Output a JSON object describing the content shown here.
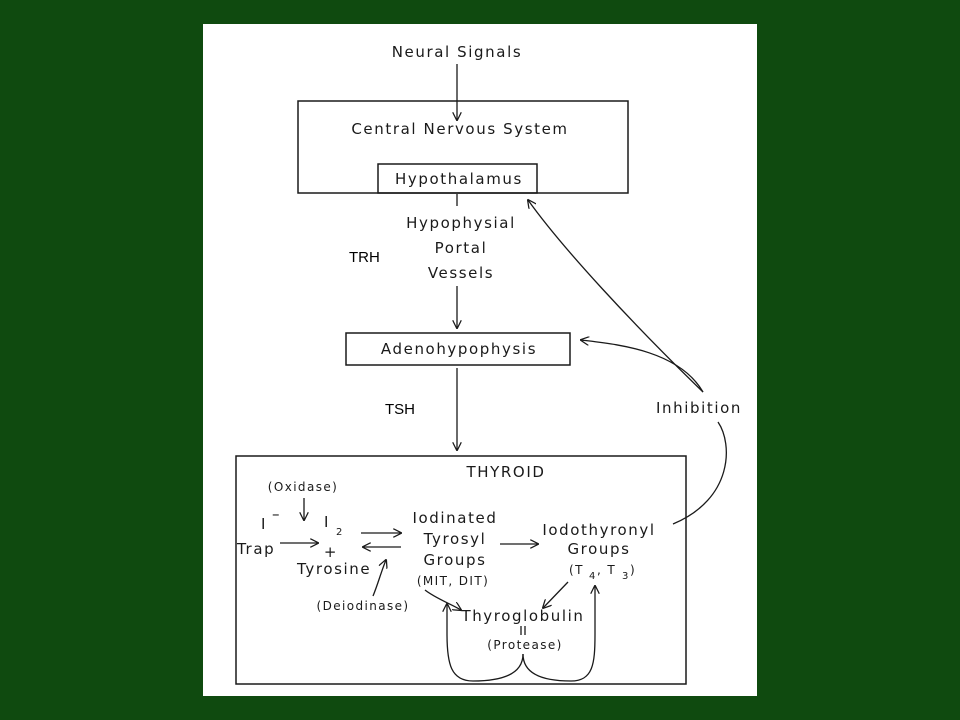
{
  "colors": {
    "slide_background": "#0f4a0f",
    "paper": "#ffffff",
    "ink": "#1a1a1a"
  },
  "diagram": {
    "neural_signals": "Neural Signals",
    "cns": "Central Nervous System",
    "hypothalamus": "Hypothalamus",
    "portal_line1": "Hypophysial",
    "portal_line2": "Portal",
    "portal_line3": "Vessels",
    "trh": "TRH",
    "adenohypophysis": "Adenohypophysis",
    "tsh": "TSH",
    "inhibition": "Inhibition",
    "thyroid": "THYROID",
    "oxidase": "(Oxidase)",
    "iodide": "I",
    "iodide_charge": "–",
    "iodine": "I",
    "iodine_sub": "2",
    "trap": "Trap",
    "plus": "+",
    "tyrosine": "Tyrosine",
    "tyrosyl_line1": "Iodinated",
    "tyrosyl_line2": "Tyrosyl",
    "tyrosyl_line3": "Groups",
    "mit_dit": "(MIT, DIT)",
    "thyronyl_line1": "Iodothyronyl",
    "thyronyl_line2": "Groups",
    "t_open": "(T",
    "t4_sub": "4",
    "t_mid": ", T",
    "t3_sub": "3",
    "t_close": ")",
    "deiodinase": "(Deiodinase)",
    "thyroglobulin": "Thyroglobulin",
    "protease": "(Protease)"
  }
}
